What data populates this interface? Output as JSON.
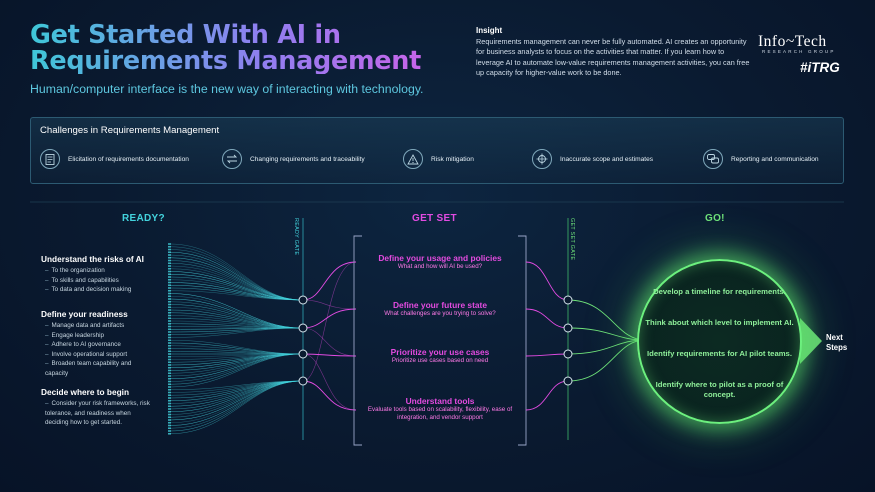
{
  "header": {
    "title": "Get Started With AI in Requirements Management",
    "subtitle": "Human/computer interface is the new way of interacting with technology.",
    "insight_heading": "Insight",
    "insight_text": "Requirements management can never be fully automated. AI creates an opportunity for business analysts to focus on the activities that matter. If you learn how to leverage AI to automate low-value requirements management activities, you can free up capacity for higher-value work to be done.",
    "logo_main": "Info~Tech",
    "logo_sub": "RESEARCH GROUP",
    "logo_itrg": "#iTRG"
  },
  "challenges": {
    "title": "Challenges in Requirements Management",
    "items": [
      {
        "label": "Elicitation of requirements documentation",
        "icon": "document-icon"
      },
      {
        "label": "Changing requirements and traceability",
        "icon": "swap-arrows-icon"
      },
      {
        "label": "Risk mitigation",
        "icon": "warning-icon"
      },
      {
        "label": "Inaccurate scope and estimates",
        "icon": "target-icon"
      },
      {
        "label": "Reporting and communication",
        "icon": "chat-bubbles-icon"
      }
    ]
  },
  "stages": {
    "ready": "READY?",
    "getset": "GET SET",
    "go": "GO!",
    "ready_gate": "READY GATE",
    "getset_gate": "GET SET GATE"
  },
  "ready": [
    {
      "heading": "Understand the risks of AI",
      "items": [
        "To the organization",
        "To skills and capabilities",
        "To data and decision making"
      ]
    },
    {
      "heading": "Define your readiness",
      "items": [
        "Manage data and artifacts",
        "Engage leadership",
        "Adhere to AI governance",
        "Involve operational support",
        "Broaden team capability and capacity"
      ]
    },
    {
      "heading": "Decide where to begin",
      "items": [
        "Consider your risk frameworks, risk tolerance, and readiness when deciding how to get started."
      ]
    }
  ],
  "getset": [
    {
      "heading": "Define your usage and policies",
      "sub": "What and how will AI be used?"
    },
    {
      "heading": "Define your future state",
      "sub": "What challenges are you trying to solve?"
    },
    {
      "heading": "Prioritize your use cases",
      "sub": "Prioritize use cases based on need"
    },
    {
      "heading": "Understand tools",
      "sub": "Evaluate tools based on scalability, flexibility, ease of integration, and vendor support"
    }
  ],
  "go": [
    "Develop a timeline for requirements.",
    "Think about which level to implement AI.",
    "Identify requirements for AI pilot teams.",
    "Identify where to pilot as a proof of concept."
  ],
  "next_steps": "Next Steps",
  "colors": {
    "ready": "#43d3dd",
    "getset": "#e24be2",
    "go": "#6fe27a",
    "background": "#0a1a30"
  }
}
